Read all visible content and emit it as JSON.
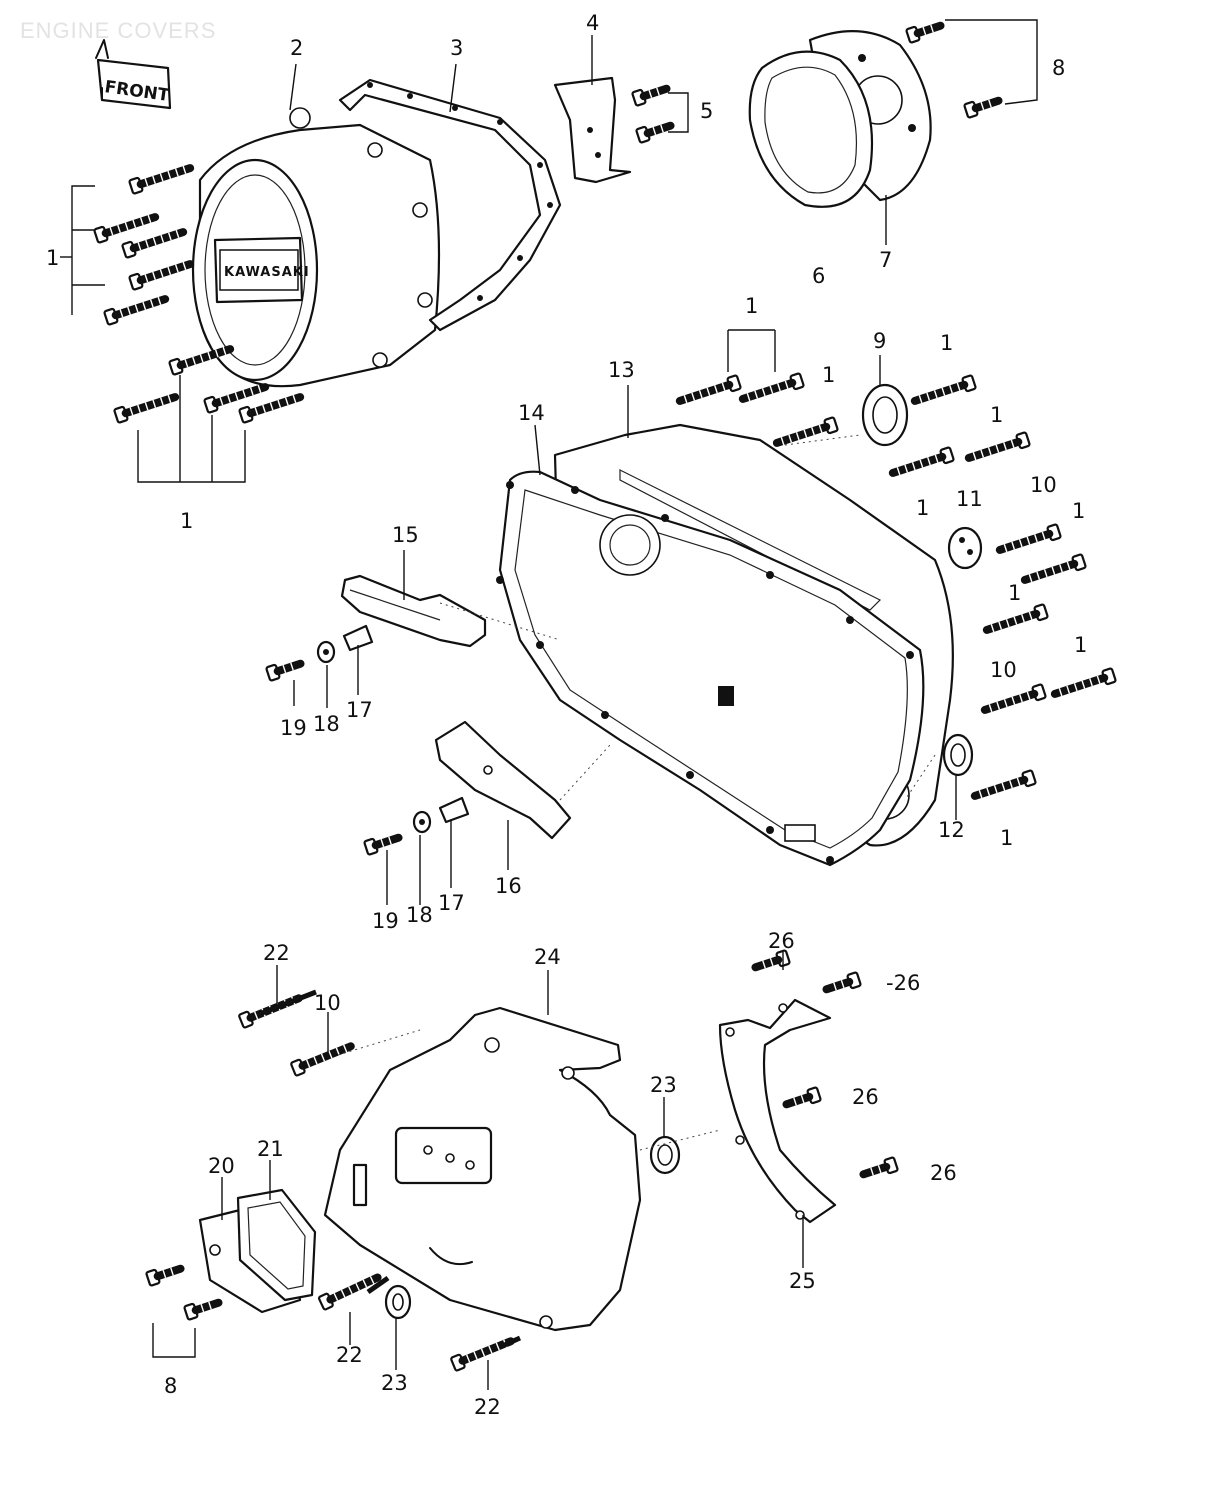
{
  "header": {
    "ghost_title": "ENGINE COVERS"
  },
  "front_badge": {
    "label": "FRONT"
  },
  "logo_badge": {
    "label": "KAWASAKI"
  },
  "callouts": [
    {
      "id": "c2",
      "text": "2"
    },
    {
      "id": "c3",
      "text": "3"
    },
    {
      "id": "c4",
      "text": "4"
    },
    {
      "id": "c5",
      "text": "5"
    },
    {
      "id": "c6",
      "text": "6"
    },
    {
      "id": "c7",
      "text": "7"
    },
    {
      "id": "c8a",
      "text": "8"
    },
    {
      "id": "c1a",
      "text": "1"
    },
    {
      "id": "c1b",
      "text": "1"
    },
    {
      "id": "c1c",
      "text": "1"
    },
    {
      "id": "c1d",
      "text": "1"
    },
    {
      "id": "c1e",
      "text": "1"
    },
    {
      "id": "c1f",
      "text": "1"
    },
    {
      "id": "c1g",
      "text": "1"
    },
    {
      "id": "c1h",
      "text": "1"
    },
    {
      "id": "c1i",
      "text": "1"
    },
    {
      "id": "c1j",
      "text": "1"
    },
    {
      "id": "c1k",
      "text": "1"
    },
    {
      "id": "c9",
      "text": "9"
    },
    {
      "id": "c13",
      "text": "13"
    },
    {
      "id": "c14",
      "text": "14"
    },
    {
      "id": "c11",
      "text": "11"
    },
    {
      "id": "c10a",
      "text": "10"
    },
    {
      "id": "c10b",
      "text": "10"
    },
    {
      "id": "c12",
      "text": "12"
    },
    {
      "id": "c15",
      "text": "15"
    },
    {
      "id": "c19a",
      "text": "19"
    },
    {
      "id": "c18a",
      "text": "18"
    },
    {
      "id": "c17a",
      "text": "17"
    },
    {
      "id": "c19b",
      "text": "19"
    },
    {
      "id": "c18b",
      "text": "18"
    },
    {
      "id": "c17b",
      "text": "17"
    },
    {
      "id": "c16",
      "text": "16"
    },
    {
      "id": "c22a",
      "text": "22"
    },
    {
      "id": "c10c",
      "text": "10"
    },
    {
      "id": "c24",
      "text": "24"
    },
    {
      "id": "c26a",
      "text": "26"
    },
    {
      "id": "c26b",
      "text": "-26"
    },
    {
      "id": "c23a",
      "text": "23"
    },
    {
      "id": "c26c",
      "text": "26"
    },
    {
      "id": "c26d",
      "text": "26"
    },
    {
      "id": "c20",
      "text": "20"
    },
    {
      "id": "c21",
      "text": "21"
    },
    {
      "id": "c25",
      "text": "25"
    },
    {
      "id": "c8b",
      "text": "8"
    },
    {
      "id": "c22b",
      "text": "22"
    },
    {
      "id": "c23b",
      "text": "23"
    },
    {
      "id": "c22c",
      "text": "22"
    }
  ]
}
